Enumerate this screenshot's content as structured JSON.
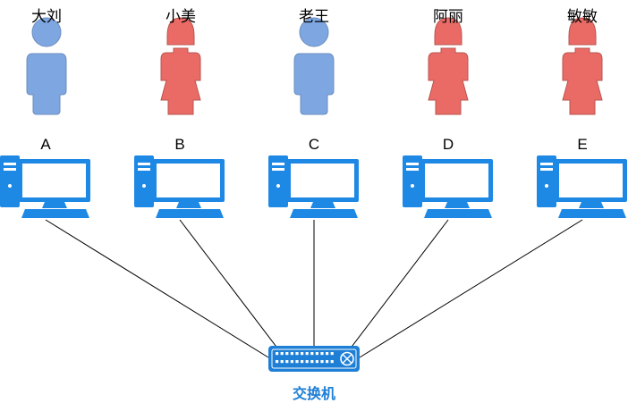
{
  "users": [
    {
      "name": "大刘",
      "gender": "male"
    },
    {
      "name": "小美",
      "gender": "female"
    },
    {
      "name": "老王",
      "gender": "male"
    },
    {
      "name": "阿丽",
      "gender": "female"
    },
    {
      "name": "敏敏",
      "gender": "female"
    }
  ],
  "computers": [
    {
      "label": "A"
    },
    {
      "label": "B"
    },
    {
      "label": "C"
    },
    {
      "label": "D"
    },
    {
      "label": "E"
    }
  ],
  "switch": {
    "label": "交换机"
  },
  "icons": {
    "male": "person-male-icon",
    "female": "person-female-icon",
    "computer": "desktop-computer-icon",
    "switch": "network-switch-icon"
  },
  "colors": {
    "male": "#7ea6e0",
    "male_stroke": "#6c8ebf",
    "female": "#ea6b66",
    "female_stroke": "#b85450",
    "computer": "#1e88e5",
    "switch": "#1e7fd6",
    "line": "#000000"
  }
}
